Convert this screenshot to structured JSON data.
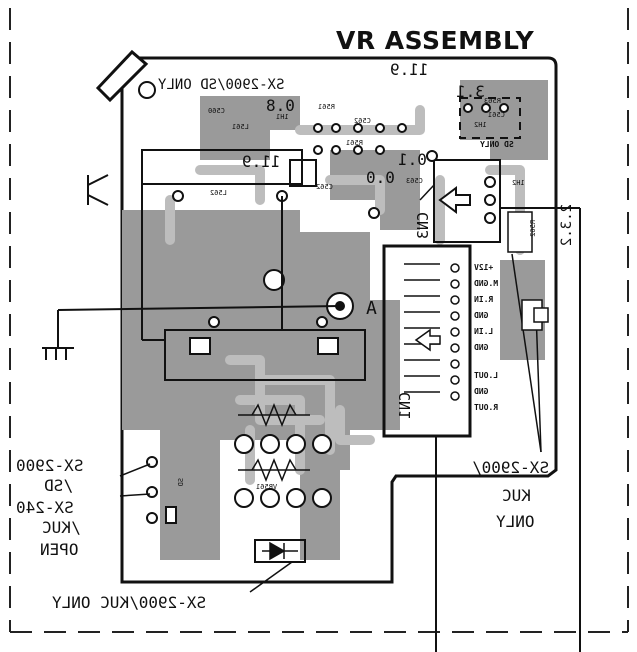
{
  "title": "VR ASSEMBLY",
  "notes": {
    "top_strip": "SX-2900/SD ONLY",
    "n_3_1": "3.1",
    "n_11_9a": "11.9",
    "n_0_8": "0.8",
    "n_11_9b": "11.9",
    "n_0_1": "0.1",
    "n_0_0": "0.0",
    "sd_only": "SD ONLY",
    "left_opt": [
      "SX-2900",
      "/SD",
      "SX-240",
      "/KUC",
      "OPEN"
    ],
    "right_opt": [
      "SX-2900/",
      "KUC",
      "ONLY"
    ],
    "bottom_opt": "SX-2900/KUC ONLY",
    "label_a": "A",
    "label_cn1": "CN1",
    "label_cn3": "CN3",
    "label_2_3_2": "2.3.2"
  },
  "pins": [
    "+12V",
    "M.GND",
    "R.IN",
    "GND",
    "L.IN",
    "GND",
    "L.OUT",
    "GND",
    "R.OUT"
  ],
  "refs": [
    "R563",
    "C561",
    "1H2",
    "L561",
    "1H1",
    "C562",
    "R561",
    "C560",
    "L562",
    "C562",
    "C563",
    "VR561",
    "SD",
    "R561",
    "1H2",
    "R562"
  ]
}
